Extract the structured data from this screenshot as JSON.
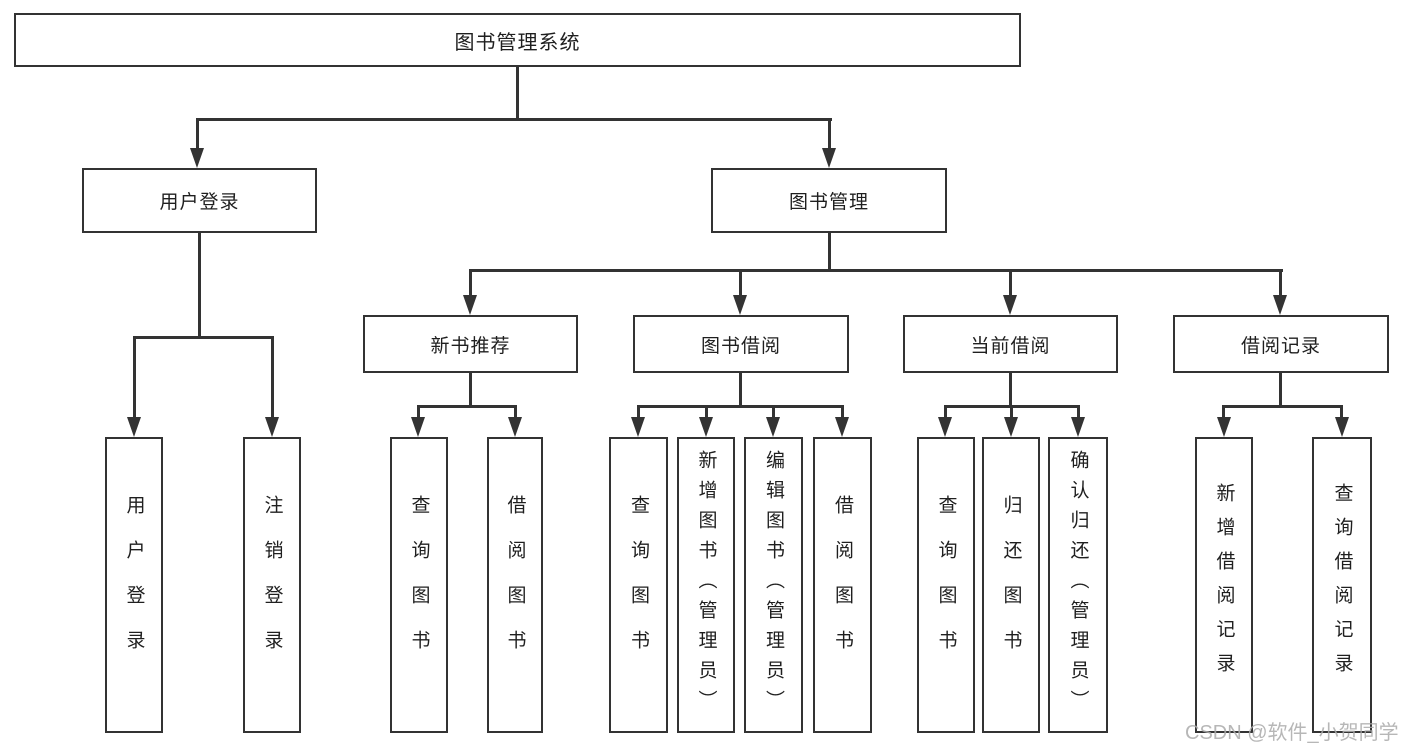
{
  "diagram_title": "图书管理系统",
  "nodes": {
    "root": {
      "label": "图书管理系统"
    },
    "user_login": {
      "label": "用户登录"
    },
    "book_mgmt": {
      "label": "图书管理"
    },
    "new_book_rec": {
      "label": "新书推荐"
    },
    "book_borrow": {
      "label": "图书借阅"
    },
    "current_borrow": {
      "label": "当前借阅"
    },
    "borrow_record": {
      "label": "借阅记录"
    },
    "leaf_user_login": {
      "label": "用户登录"
    },
    "leaf_logout": {
      "label": "注销登录"
    },
    "leaf_query_book_1": {
      "label": "查询图书"
    },
    "leaf_borrow_book_1": {
      "label": "借阅图书"
    },
    "leaf_query_book_2": {
      "label": "查询图书"
    },
    "leaf_add_book": {
      "label": "新增图书（管理员）"
    },
    "leaf_edit_book": {
      "label": "编辑图书（管理员）"
    },
    "leaf_borrow_book_2": {
      "label": "借阅图书"
    },
    "leaf_query_book_3": {
      "label": "查询图书"
    },
    "leaf_return_book": {
      "label": "归还图书"
    },
    "leaf_confirm_return": {
      "label": "确认归还（管理员）"
    },
    "leaf_add_borrow_record": {
      "label": "新增借阅记录"
    },
    "leaf_query_borrow_record": {
      "label": "查询借阅记录"
    }
  },
  "hierarchy": {
    "图书管理系统": [
      "用户登录",
      "图书管理"
    ],
    "用户登录": [
      "用户登录",
      "注销登录"
    ],
    "图书管理": [
      "新书推荐",
      "图书借阅",
      "当前借阅",
      "借阅记录"
    ],
    "新书推荐": [
      "查询图书",
      "借阅图书"
    ],
    "图书借阅": [
      "查询图书",
      "新增图书（管理员）",
      "编辑图书（管理员）",
      "借阅图书"
    ],
    "当前借阅": [
      "查询图书",
      "归还图书",
      "确认归还（管理员）"
    ],
    "借阅记录": [
      "新增借阅记录",
      "查询借阅记录"
    ]
  },
  "watermark": "CSDN @软件_小贺同学",
  "colors": {
    "line": "#333333",
    "box_border": "#333333",
    "box_background": "#ffffff",
    "text": "#1f1f1f",
    "watermark_text": "#ababab"
  }
}
